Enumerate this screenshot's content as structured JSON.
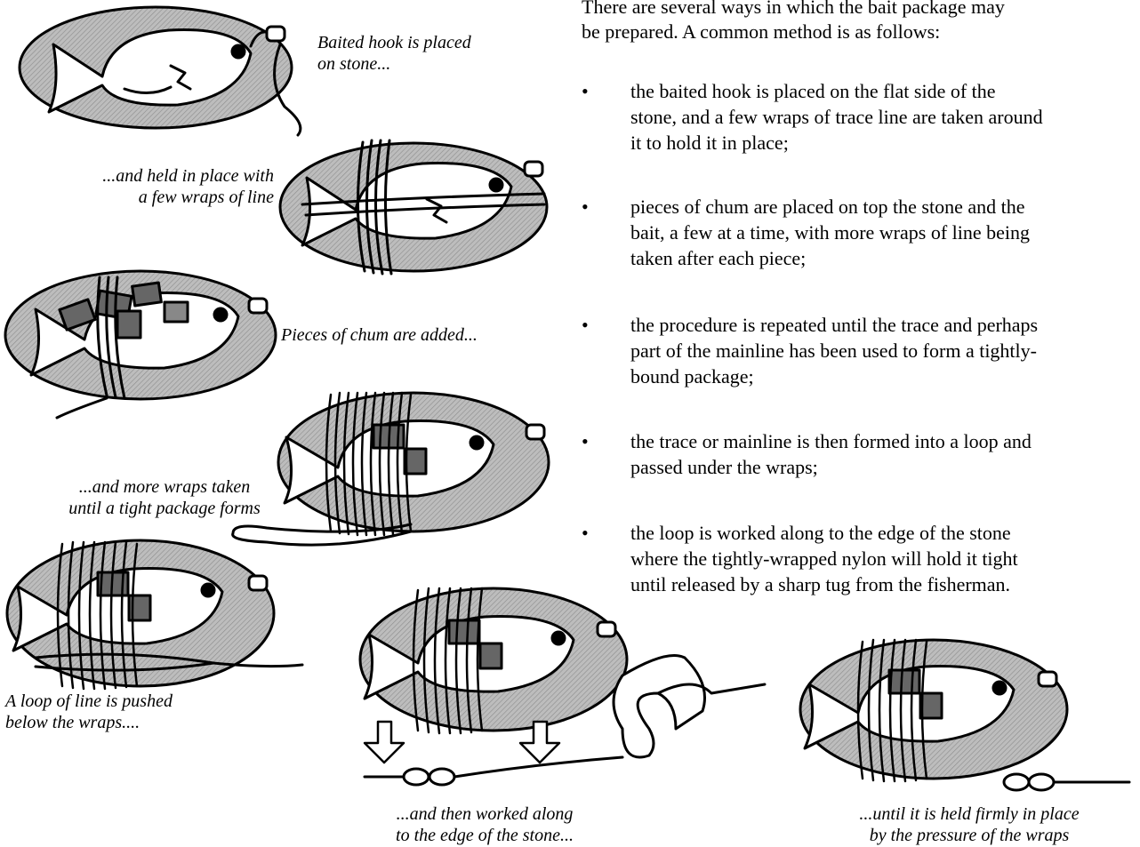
{
  "intro": "There are several ways in which the bait package may\nbe prepared. A common method is as follows:",
  "steps": [
    "the baited hook is placed on the flat side of the\nstone, and a few wraps of trace line are taken around\nit to hold it in place;",
    "pieces of chum are placed on top the stone and the\nbait, a few at a time, with more wraps of line being\ntaken after each piece;",
    "the procedure is repeated until the trace and perhaps\npart of the mainline has been used to form a tightly-\nbound package;",
    "the trace or mainline is then formed into a loop and\npassed under the wraps;",
    "the loop is worked along to the edge of the stone\nwhere the tightly-wrapped nylon will hold it tight\nuntil released by a sharp tug from the fisherman."
  ],
  "bullet": "•",
  "captions": {
    "c1": "Baited hook is placed\non stone...",
    "c2": "...and held in place with\na few wraps of line",
    "c3": "Pieces of chum are added...",
    "c4": "...and more wraps taken\nuntil a tight package forms",
    "c5": "A loop of line is pushed\nbelow the wraps....",
    "c6": "...and then worked along\nto the edge of the stone...",
    "c7": "...until it is held firmly in place\nby the pressure of the wraps"
  }
}
